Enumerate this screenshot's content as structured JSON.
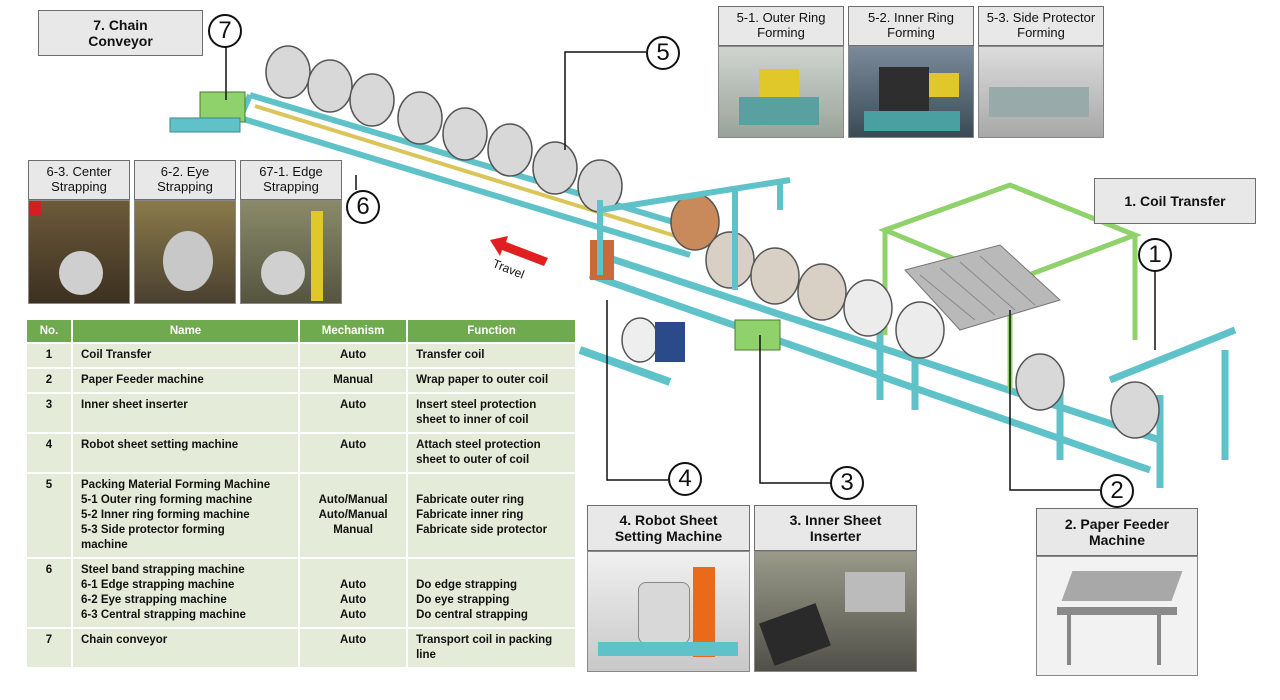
{
  "labels": {
    "chain_conveyor": "7. Chain\nConveyor",
    "outer_ring": "5-1. Outer Ring\nForming",
    "inner_ring": "5-2. Inner Ring\nForming",
    "side_protector": "5-3. Side Protector\nForming",
    "center_strapping": "6-3. Center\nStrapping",
    "eye_strapping": "6-2. Eye\nStrapping",
    "edge_strapping": "67-1. Edge\nStrapping",
    "coil_transfer": "1. Coil Transfer",
    "robot_sheet": "4. Robot Sheet\nSetting Machine",
    "inner_sheet": "3. Inner Sheet\nInserter",
    "paper_feeder": "2. Paper Feeder\nMachine",
    "travel": "Travel"
  },
  "callouts": [
    "1",
    "2",
    "3",
    "4",
    "5",
    "6",
    "7"
  ],
  "table": {
    "headers": [
      "No.",
      "Name",
      "Mechanism",
      "Function"
    ],
    "rows": [
      {
        "no": "1",
        "name": "Coil Transfer",
        "mech": "Auto",
        "func": "Transfer coil"
      },
      {
        "no": "2",
        "name": "Paper Feeder  machine",
        "mech": "Manual",
        "func": "Wrap paper to outer coil"
      },
      {
        "no": "3",
        "name": "Inner sheet inserter",
        "mech": "Auto",
        "func": "Insert steel protection\nsheet to inner of coil"
      },
      {
        "no": "4",
        "name": "Robot sheet setting machine",
        "mech": "Auto",
        "func": "Attach steel protection\nsheet to outer of coil"
      },
      {
        "no": "5",
        "name": "Packing Material Forming Machine\n5-1 Outer ring forming machine\n5-2 Inner ring forming machine\n5-3 Side protector forming\nmachine",
        "mech": "\nAuto/Manual\nAuto/Manual\nManual",
        "func": "\nFabricate outer ring\nFabricate inner ring\nFabricate side protector"
      },
      {
        "no": "6",
        "name": "Steel band strapping machine\n6-1 Edge strapping machine\n6-2 Eye strapping machine\n6-3 Central strapping machine",
        "mech": "\nAuto\nAuto\nAuto",
        "func": "\nDo edge strapping\nDo eye strapping\nDo central strapping"
      },
      {
        "no": "7",
        "name": "Chain conveyor",
        "mech": "Auto",
        "func": "Transport coil in packing\nline"
      }
    ]
  },
  "colors": {
    "frame": "#5fc2c9",
    "green": "#8fd16a",
    "header": "#6faa4f",
    "row": "#e4ecd9",
    "arrow": "#e02020"
  }
}
